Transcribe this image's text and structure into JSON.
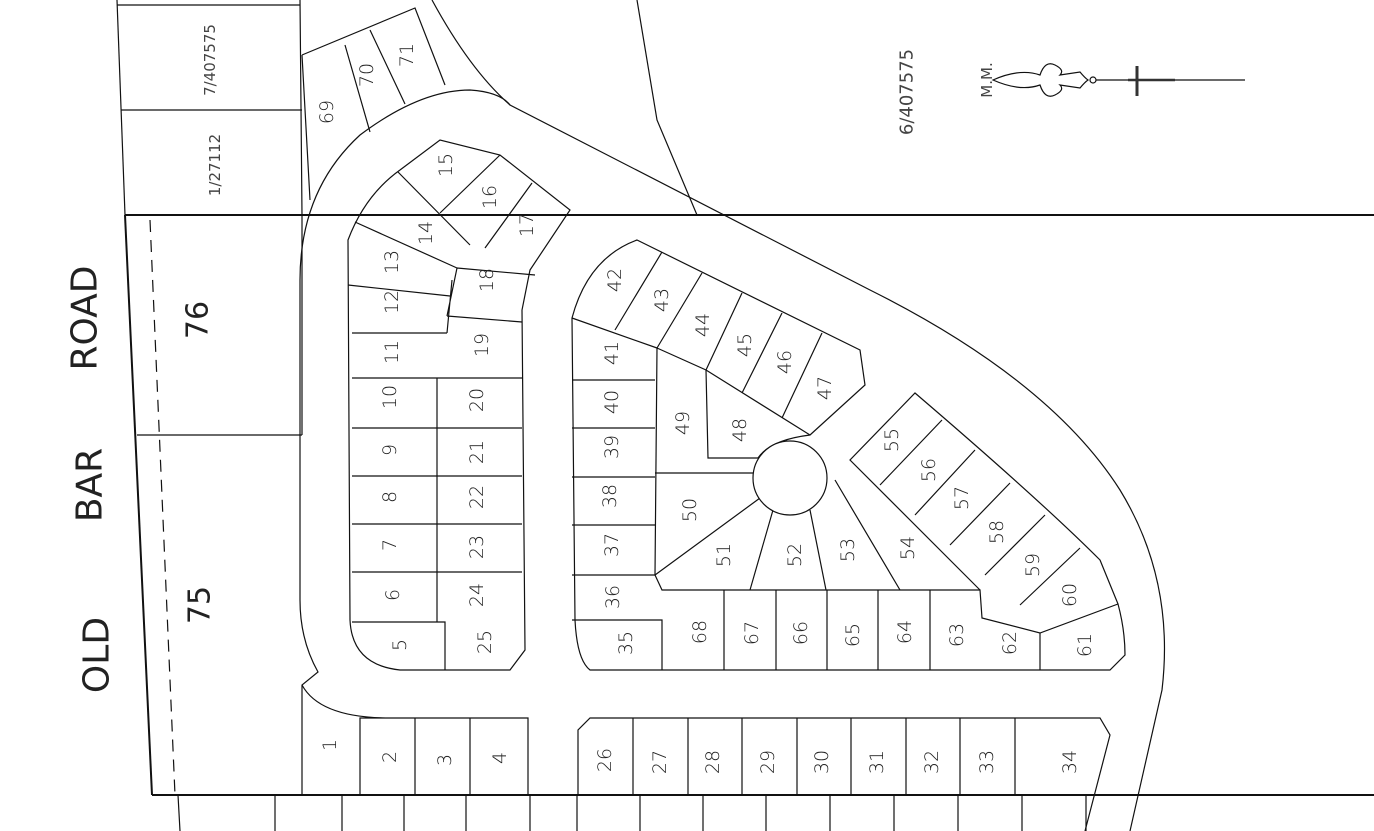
{
  "road_name": [
    "OLD",
    "BAR",
    "ROAD"
  ],
  "parcels": {
    "p76": "76",
    "p75": "75"
  },
  "references": {
    "r1": "7/407575",
    "r2": "1/27112",
    "r3": "6/407575"
  },
  "north_arrow": {
    "label": "M.M.",
    "icon": "north-arrow-icon"
  },
  "lots": [
    "1",
    "2",
    "3",
    "4",
    "5",
    "6",
    "7",
    "8",
    "9",
    "10",
    "11",
    "12",
    "13",
    "14",
    "15",
    "16",
    "17",
    "18",
    "19",
    "20",
    "21",
    "22",
    "23",
    "24",
    "25",
    "26",
    "27",
    "28",
    "29",
    "30",
    "31",
    "32",
    "33",
    "34",
    "35",
    "36",
    "37",
    "38",
    "39",
    "40",
    "41",
    "42",
    "43",
    "44",
    "45",
    "46",
    "47",
    "48",
    "49",
    "50",
    "51",
    "52",
    "53",
    "54",
    "55",
    "56",
    "57",
    "58",
    "59",
    "60",
    "61",
    "62",
    "63",
    "64",
    "65",
    "66",
    "67",
    "68",
    "69",
    "70",
    "71"
  ]
}
